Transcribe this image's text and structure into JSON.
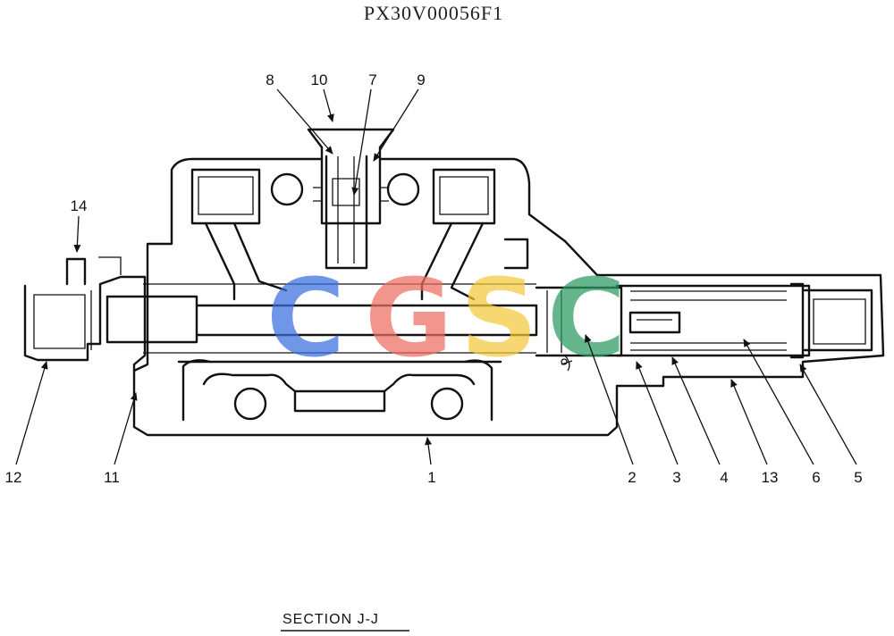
{
  "document": {
    "code": "PX30V00056F1",
    "caption": "SECTION J-J"
  },
  "watermark": {
    "text": "CGSC",
    "letters": [
      "C",
      "G",
      "S",
      "C"
    ],
    "colors": [
      "#3a6fe0",
      "#ee6e62",
      "#f4c83c",
      "#2a9b62"
    ]
  },
  "callouts": {
    "c1": "1",
    "c2": "2",
    "c3": "3",
    "c4": "4",
    "c5": "5",
    "c6": "6",
    "c7": "7",
    "c8": "8",
    "c9": "9",
    "c10": "10",
    "c11": "11",
    "c12": "12",
    "c13": "13",
    "c14": "14"
  },
  "colors": {
    "line": "#111111",
    "background": "#ffffff"
  }
}
